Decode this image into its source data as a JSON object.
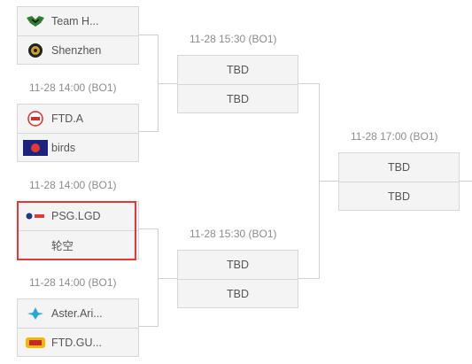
{
  "matches": {
    "m1": {
      "teams": [
        {
          "name": "Team H...",
          "logo": "team-h-logo"
        },
        {
          "name": "Shenzhen",
          "logo": "shenzhen-logo"
        }
      ]
    },
    "m2": {
      "time": "11-28 14:00 (BO1)",
      "teams": [
        {
          "name": "FTD.A",
          "logo": "ftd-a-logo"
        },
        {
          "name": "birds",
          "logo": "birds-logo"
        }
      ]
    },
    "m3": {
      "time": "11-28 14:00 (BO1)",
      "teams": [
        {
          "name": "PSG.LGD",
          "logo": "psg-lgd-logo"
        },
        {
          "name": "轮空",
          "logo": ""
        }
      ]
    },
    "m4": {
      "time": "11-28 14:00 (BO1)",
      "teams": [
        {
          "name": "Aster.Ari...",
          "logo": "aster-logo"
        },
        {
          "name": "FTD.GU...",
          "logo": "ftd-gu-logo"
        }
      ]
    },
    "semi1": {
      "time": "11-28 15:30 (BO1)",
      "teams": [
        {
          "name": "TBD"
        },
        {
          "name": "TBD"
        }
      ]
    },
    "semi2": {
      "time": "11-28 15:30 (BO1)",
      "teams": [
        {
          "name": "TBD"
        },
        {
          "name": "TBD"
        }
      ]
    },
    "final": {
      "time": "11-28 17:00 (BO1)",
      "teams": [
        {
          "name": "TBD"
        },
        {
          "name": "TBD"
        }
      ]
    }
  },
  "colors": {
    "highlight": "#e53935",
    "box_bg": "#f4f4f4",
    "border": "#d7d7d7",
    "time_text": "#8c8c8c"
  }
}
